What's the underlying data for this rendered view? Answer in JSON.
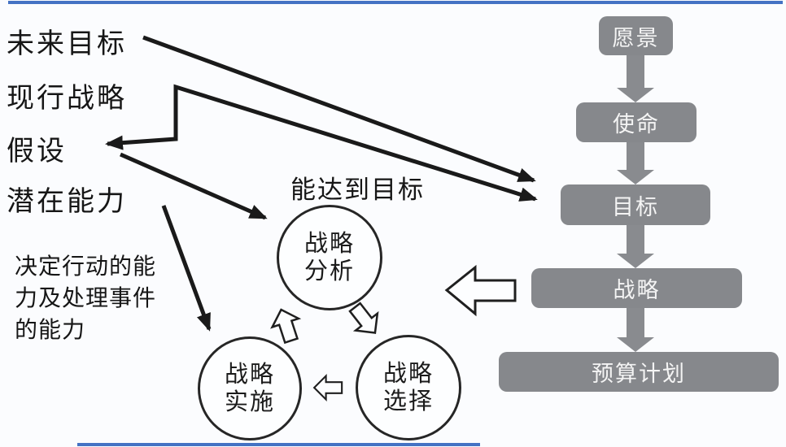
{
  "page": {
    "background": "#fbfcfe",
    "accent_blue": "#4472c4",
    "box_gray": "#86888c",
    "arrow_black": "#1a1a1a"
  },
  "left_list": {
    "items": [
      {
        "label": "未来目标"
      },
      {
        "label": "现行战略"
      },
      {
        "label": "假设"
      },
      {
        "label": "潜在能力"
      }
    ]
  },
  "capability_note": {
    "text": "决定行动的能力及处理事件的能力"
  },
  "cycle": {
    "caption": "能达到目标",
    "nodes": [
      {
        "id": "analysis",
        "line1": "战略",
        "line2": "分析"
      },
      {
        "id": "selection",
        "line1": "战略",
        "line2": "选择"
      },
      {
        "id": "implementation",
        "line1": "战略",
        "line2": "实施"
      }
    ]
  },
  "hierarchy": {
    "items": [
      {
        "label": "愿景"
      },
      {
        "label": "使命"
      },
      {
        "label": "目标"
      },
      {
        "label": "战略"
      },
      {
        "label": "预算计划"
      }
    ]
  }
}
